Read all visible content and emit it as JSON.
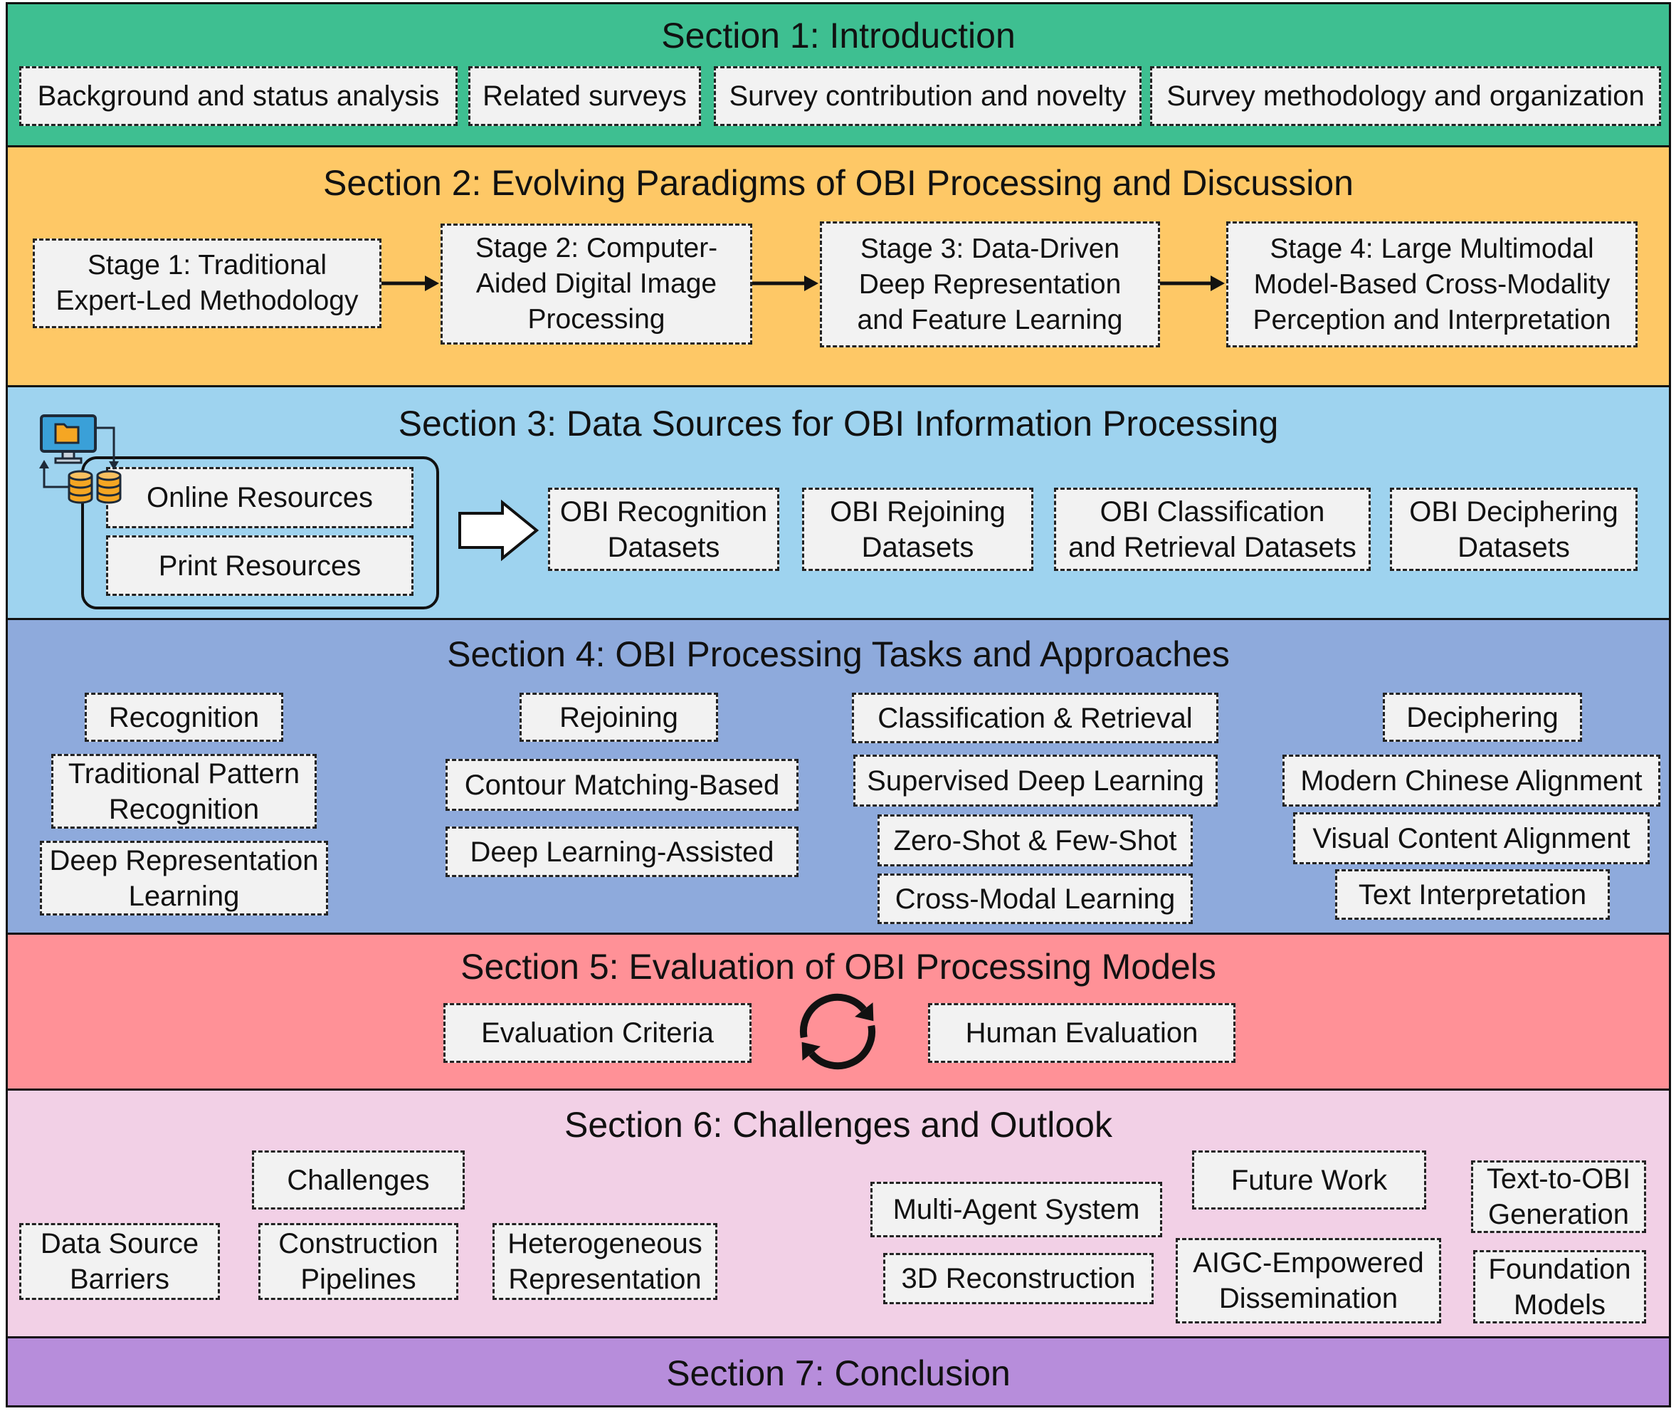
{
  "colors": {
    "section1": "#3ebf91",
    "section2": "#fec866",
    "section3": "#9ed3ef",
    "section4": "#8eaadc",
    "section5": "#ff9197",
    "section6": "#f2d0e6",
    "section7": "#b78ddb",
    "box_fill": "#f2f2f2"
  },
  "section1": {
    "title": "Section 1: Introduction",
    "items": [
      "Background and status analysis",
      "Related surveys",
      "Survey contribution and novelty",
      "Survey methodology and organization"
    ]
  },
  "section2": {
    "title": "Section 2: Evolving Paradigms of OBI Processing and Discussion",
    "stages": [
      [
        "Stage 1: Traditional",
        "Expert-Led Methodology"
      ],
      [
        "Stage 2: Computer-",
        "Aided Digital Image",
        "Processing"
      ],
      [
        "Stage 3: Data-Driven",
        "Deep Representation",
        "and Feature Learning"
      ],
      [
        "Stage 4: Large Multimodal",
        "Model-Based Cross-Modality",
        "Perception and Interpretation"
      ]
    ]
  },
  "section3": {
    "title": "Section 3: Data Sources for OBI Information Processing",
    "icon": "computer-database-icon",
    "sources": [
      "Online Resources",
      "Print Resources"
    ],
    "datasets": [
      [
        "OBI Recognition",
        "Datasets"
      ],
      [
        "OBI Rejoining",
        "Datasets"
      ],
      [
        "OBI Classification",
        "and Retrieval Datasets"
      ],
      [
        "OBI Deciphering",
        "Datasets"
      ]
    ]
  },
  "section4": {
    "title": "Section 4: OBI Processing Tasks and Approaches",
    "tasks": [
      {
        "name": "Recognition",
        "approaches": [
          [
            "Traditional Pattern",
            "Recognition"
          ],
          [
            "Deep Representation",
            "Learning"
          ]
        ]
      },
      {
        "name": "Rejoining",
        "approaches": [
          [
            "Contour Matching-Based"
          ],
          [
            "Deep Learning-Assisted"
          ]
        ]
      },
      {
        "name": "Classification & Retrieval",
        "approaches": [
          [
            "Supervised Deep Learning"
          ],
          [
            "Zero-Shot & Few-Shot"
          ],
          [
            "Cross-Modal Learning"
          ]
        ]
      },
      {
        "name": "Deciphering",
        "approaches": [
          [
            "Modern Chinese Alignment"
          ],
          [
            "Visual Content Alignment"
          ],
          [
            "Text Interpretation"
          ]
        ]
      }
    ]
  },
  "section5": {
    "title": "Section 5: Evaluation of OBI Processing Models",
    "icon": "refresh-cycle-icon",
    "items": [
      "Evaluation Criteria",
      "Human Evaluation"
    ]
  },
  "section6": {
    "title": "Section 6: Challenges and Outlook",
    "challenges": {
      "label": "Challenges",
      "items": [
        [
          "Data Source",
          "Barriers"
        ],
        [
          "Construction",
          "Pipelines"
        ],
        [
          "Heterogeneous",
          "Representation"
        ]
      ]
    },
    "future_work": {
      "label": "Future Work",
      "items": [
        [
          "Multi-Agent System"
        ],
        [
          "3D Reconstruction"
        ],
        [
          "AIGC-Empowered",
          "Dissemination"
        ],
        [
          "Text-to-OBI",
          "Generation"
        ],
        [
          "Foundation",
          "Models"
        ]
      ]
    }
  },
  "section7": {
    "title": "Section 7: Conclusion"
  }
}
